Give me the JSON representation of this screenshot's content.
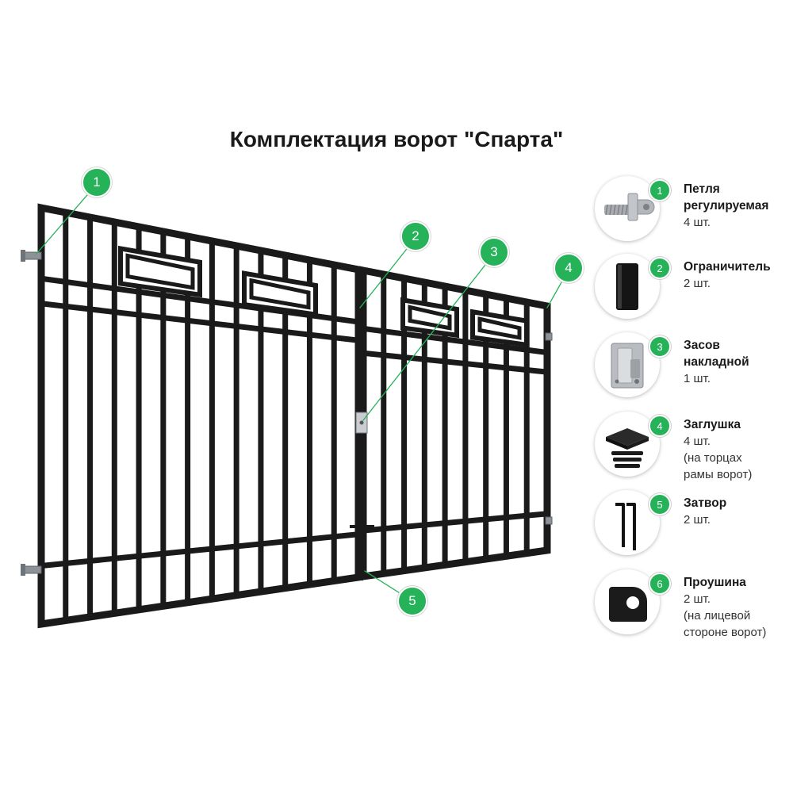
{
  "title": "Комплектация ворот \"Спарта\"",
  "markers": [
    "1",
    "2",
    "3",
    "4",
    "5"
  ],
  "parts": [
    {
      "number": "1",
      "name_lines": [
        "Петля",
        "регулируемая"
      ],
      "qty": "4 шт.",
      "note_lines": [],
      "icon": "adjustable-hinge-icon"
    },
    {
      "number": "2",
      "name_lines": [
        "Ограничитель"
      ],
      "qty": "2 шт.",
      "note_lines": [],
      "icon": "stopper-icon"
    },
    {
      "number": "3",
      "name_lines": [
        "Засов",
        "накладной"
      ],
      "qty": "1 шт.",
      "note_lines": [],
      "icon": "surface-bolt-icon"
    },
    {
      "number": "4",
      "name_lines": [
        "Заглушка"
      ],
      "qty": "4 шт.",
      "note_lines": [
        "(на торцах",
        "рамы ворот)"
      ],
      "icon": "end-cap-icon"
    },
    {
      "number": "5",
      "name_lines": [
        "Затвор"
      ],
      "qty": "2 шт.",
      "note_lines": [],
      "icon": "latch-rod-icon"
    },
    {
      "number": "6",
      "name_lines": [
        "Проушина"
      ],
      "qty": "2 шт.",
      "note_lines": [
        "(на лицевой",
        "стороне ворот)"
      ],
      "icon": "padlock-eye-icon"
    }
  ],
  "colors": {
    "accent": "#25b259",
    "metal": "#1a1a1a"
  }
}
